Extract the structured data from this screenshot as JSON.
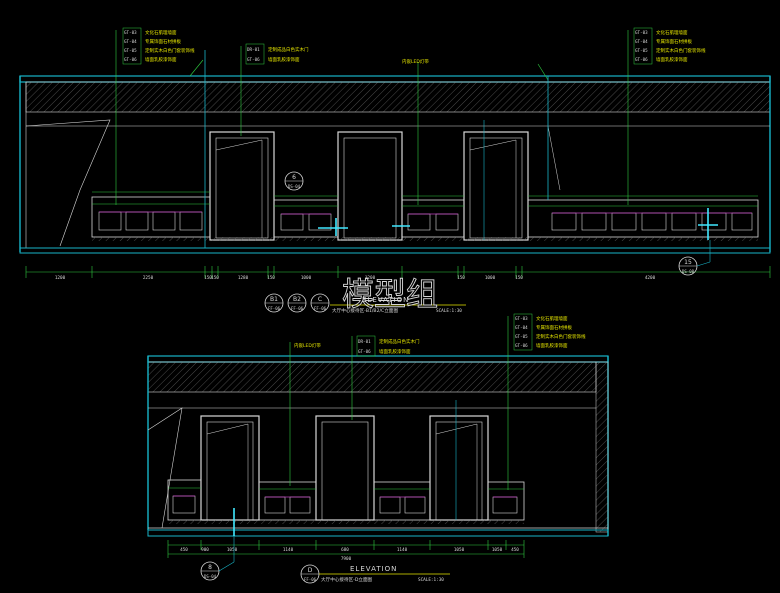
{
  "watermark": "模型组",
  "colors": {
    "background": "#000000",
    "line": "#d8d8d8",
    "green": "#2ecc40",
    "cyan": "#18b4c8",
    "cyan_bright": "#40e8ff",
    "magenta": "#c040c0",
    "yellow": "#e6e600",
    "hatch": "#6e6e6e"
  },
  "top_elevation": {
    "callout_left": [
      "文化石肌理墙面",
      "专属饰面石材拼板",
      "定制实木白色门套装饰线",
      "墙面乳胶漆饰面"
    ],
    "callout_left_codes": [
      "GT-03",
      "GT-04",
      "GT-05",
      "GT-06"
    ],
    "callout_mid": [
      "定制成品白色实木门",
      "墙面乳胶漆饰面"
    ],
    "callout_mid_codes": [
      "DR-01",
      "GT-06"
    ],
    "callout_center": "内嵌LED灯带",
    "callout_right": [
      "文化石肌理墙面",
      "专属饰面石材拼板",
      "定制实木白色门套装饰线",
      "墙面乳胶漆饰面"
    ],
    "callout_right_codes": [
      "GT-03",
      "GT-04",
      "GT-05",
      "GT-06"
    ],
    "dims": [
      "1200",
      "2250",
      "150",
      "150",
      "1280",
      "150",
      "1000",
      "1200",
      "150",
      "1000",
      "150",
      "4200"
    ],
    "tag_6": {
      "num": "6",
      "ref": "DS-04"
    },
    "tag_15": {
      "num": "15",
      "ref": "DS-08"
    },
    "title_b1": {
      "letter": "B1",
      "ref": "FF-06"
    },
    "title_b2": {
      "letter": "B2",
      "ref": "FF-06"
    },
    "title_c": {
      "letter": "C",
      "ref": "FF-06"
    },
    "elevation": "ELEVATION",
    "subtitle": "大厅中心接待区-B1/B2/C立面图",
    "scale": "SCALE:1:30"
  },
  "bottom_elevation": {
    "callout_left": "内嵌LED灯带",
    "callout_mid": [
      "定制成品白色实木门",
      "墙面乳胶漆饰面"
    ],
    "callout_mid_codes": [
      "DR-01",
      "GT-06"
    ],
    "callout_right": [
      "文化石肌理墙面",
      "专属饰面石材拼板",
      "定制实木白色门套装饰线",
      "墙面乳胶漆饰面"
    ],
    "callout_right_codes": [
      "GT-03",
      "GT-04",
      "GT-05",
      "GT-06"
    ],
    "dims": [
      "450",
      "900",
      "1050",
      "1140",
      "680",
      "1140",
      "1050",
      "1050",
      "450"
    ],
    "total": "7900",
    "tag_8": {
      "num": "8",
      "ref": "DS-04"
    },
    "title_d": {
      "letter": "D",
      "ref": "FF-06"
    },
    "elevation": "ELEVATION",
    "subtitle": "大厅中心接待区-D立面图",
    "scale": "SCALE:1:30"
  }
}
